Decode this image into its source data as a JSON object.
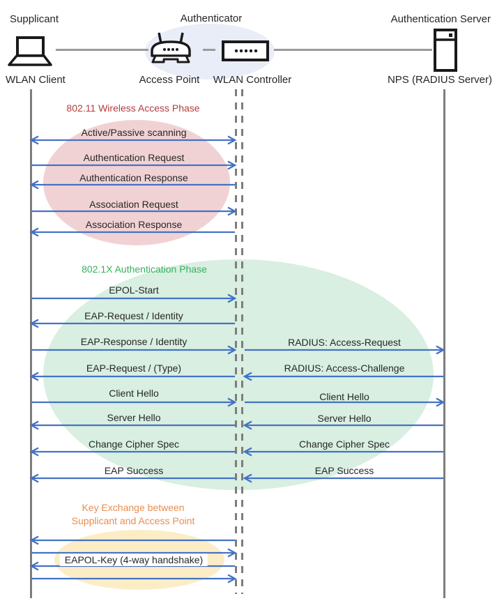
{
  "roles": {
    "supplicant": "Supplicant",
    "authenticator": "Authenticator",
    "auth_server": "Authentication Server"
  },
  "nodes": {
    "client": "WLAN Client",
    "access_point": "Access Point",
    "controller": "WLAN Controller",
    "radius": "NPS (RADIUS Server)"
  },
  "phases": [
    {
      "title": "802.11 Wireless Access Phase",
      "title_color": "#b43c3c",
      "ellipse_color": "#f1d2d4"
    },
    {
      "title": "802.1X Authentication Phase",
      "title_color": "#35b05d",
      "ellipse_color": "#d8efe1"
    },
    {
      "title": "Key Exchange between\nSupplicant and Access Point",
      "title_color": "#e88d4f",
      "ellipse_color": "#fdedc6"
    }
  ],
  "colors": {
    "arrow": "#4472c4",
    "lifeline": "#7d7d7d",
    "icon": "#1a1a1a",
    "authenticator_ellipse": "#e9edf7"
  },
  "messages": {
    "left": [
      {
        "label": "Active/Passive scanning",
        "dir": "both"
      },
      {
        "label": "Authentication Request",
        "dir": "right"
      },
      {
        "label": "Authentication Response",
        "dir": "left"
      },
      {
        "label": "Association Request",
        "dir": "right"
      },
      {
        "label": "Association Response",
        "dir": "left"
      },
      {
        "label": "EPOL-Start",
        "dir": "right"
      },
      {
        "label": "EAP-Request / Identity",
        "dir": "left"
      },
      {
        "label": "EAP-Response / Identity",
        "dir": "right"
      },
      {
        "label": "EAP-Request / (Type)",
        "dir": "left"
      },
      {
        "label": "Client Hello",
        "dir": "right"
      },
      {
        "label": "Server Hello",
        "dir": "left"
      },
      {
        "label": "Change Cipher Spec",
        "dir": "left"
      },
      {
        "label": "EAP Success",
        "dir": "left"
      },
      {
        "label": "",
        "dir": "left"
      },
      {
        "label": "",
        "dir": "right"
      },
      {
        "label": "EAPOL-Key (4-way handshake)",
        "dir": "left",
        "label_boxed": true
      },
      {
        "label": "",
        "dir": "right"
      }
    ],
    "right": [
      {
        "label": "RADIUS: Access-Request",
        "dir": "right"
      },
      {
        "label": "RADIUS: Access-Challenge",
        "dir": "left"
      },
      {
        "label": "Client Hello",
        "dir": "right"
      },
      {
        "label": "Server Hello",
        "dir": "left"
      },
      {
        "label": "Change Cipher Spec",
        "dir": "left"
      },
      {
        "label": "EAP Success",
        "dir": "left"
      }
    ]
  }
}
